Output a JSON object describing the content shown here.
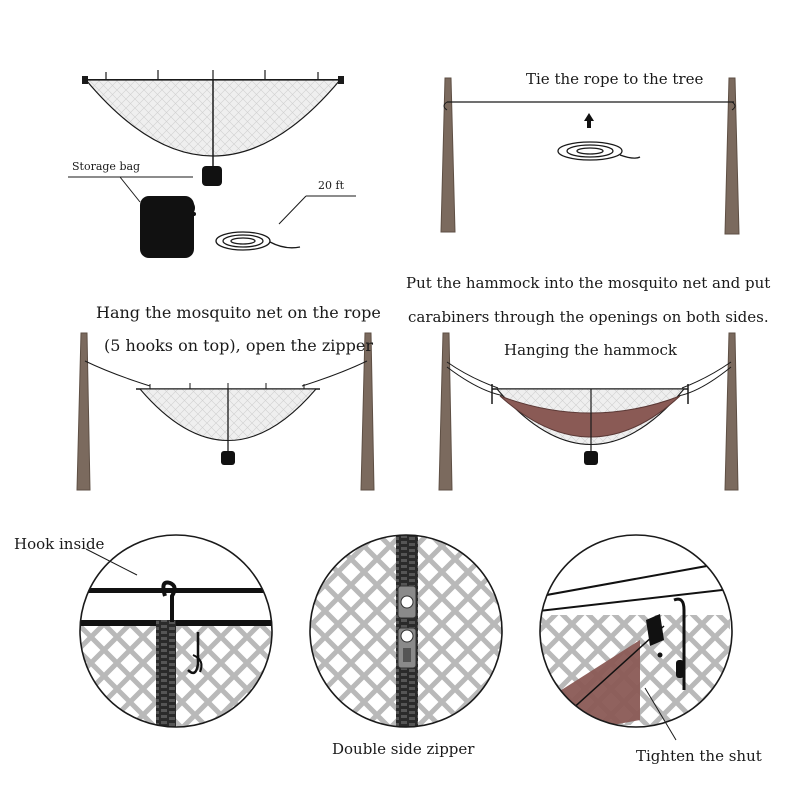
{
  "labels": {
    "storage_bag": "Storage bag",
    "length": "20 ft",
    "step_tie": "Tie the rope to the tree",
    "step_hang_1": "Hang the mosquito net on the rope",
    "step_hang_2": "(5 hooks on top), open the zipper",
    "step_put_1": "Put the hammock into the mosquito net and put",
    "step_put_2": "carabiners through the openings on both sides.",
    "step_hanging": "Hanging the hammock",
    "detail_hook": "Hook inside",
    "detail_zipper": "Double side zipper",
    "detail_shut": "Tighten the shut"
  },
  "colors": {
    "tree": "#7b6a5e",
    "tree_edge": "#5e4f44",
    "net_fill": "#efefef",
    "hammock": "#8a5a55",
    "ink": "#1a1a1a",
    "mesh": "#b9b9b9"
  },
  "icons": [
    "storage-bag-icon",
    "rope-coil-icon",
    "up-arrow-icon",
    "hook-icon",
    "zipper-pull-icon",
    "carabiner-icon"
  ]
}
